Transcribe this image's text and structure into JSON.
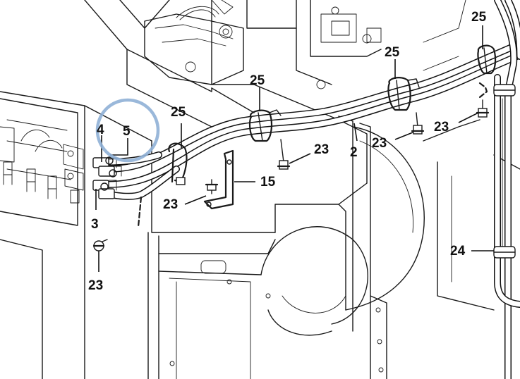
{
  "callouts": {
    "label_2": "2",
    "label_3": "3",
    "label_4": "4",
    "label_5": "5",
    "label_15": "15",
    "label_23": "23",
    "label_24": "24",
    "label_25": "25"
  },
  "highlight": {
    "target": "5",
    "color": "#8fb0d6"
  }
}
